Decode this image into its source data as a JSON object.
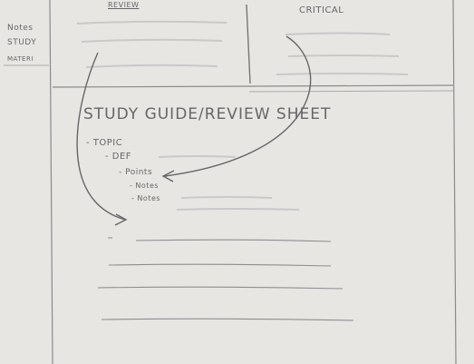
{
  "margin_labels": [
    "Notes",
    "STUDY",
    "MATERI"
  ],
  "columns": {
    "left_header": "REVIEW",
    "right_header": "CRITICAL"
  },
  "sheet": {
    "title": "STUDY GUIDE/REVIEW SHEET",
    "outline": {
      "topic": "- TOPIC",
      "def": "- DEF",
      "points": "- Points",
      "notes_1": "- Notes",
      "notes_2": "- Notes"
    }
  },
  "colors": {
    "paper": "#e8e6e3",
    "pencil": "#66666a",
    "faint_line": "#c9c8cb"
  }
}
